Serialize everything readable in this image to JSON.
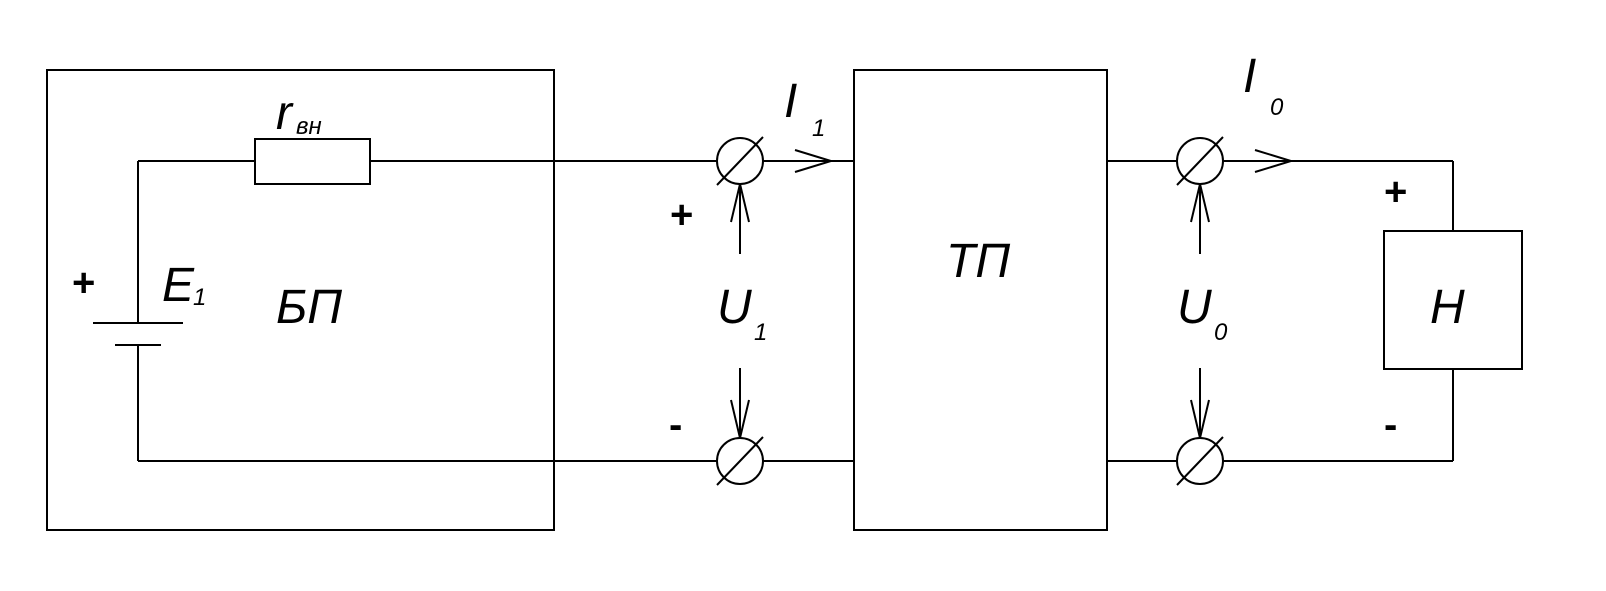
{
  "blocks": {
    "power_supply": "БП",
    "converter": "ТП",
    "load": "Н"
  },
  "labels": {
    "resistor_main": "r",
    "resistor_sub": "вн",
    "emf_main": "E",
    "emf_sub": "1",
    "input_current_main": "I",
    "input_current_sub": "1",
    "output_current_main": "I",
    "output_current_sub": "0",
    "input_voltage_main": "U",
    "input_voltage_sub": "1",
    "output_voltage_main": "U",
    "output_voltage_sub": "0"
  },
  "signs": {
    "battery_plus": "+",
    "input_plus": "+",
    "input_minus": "-",
    "load_plus": "+",
    "load_minus": "-"
  }
}
